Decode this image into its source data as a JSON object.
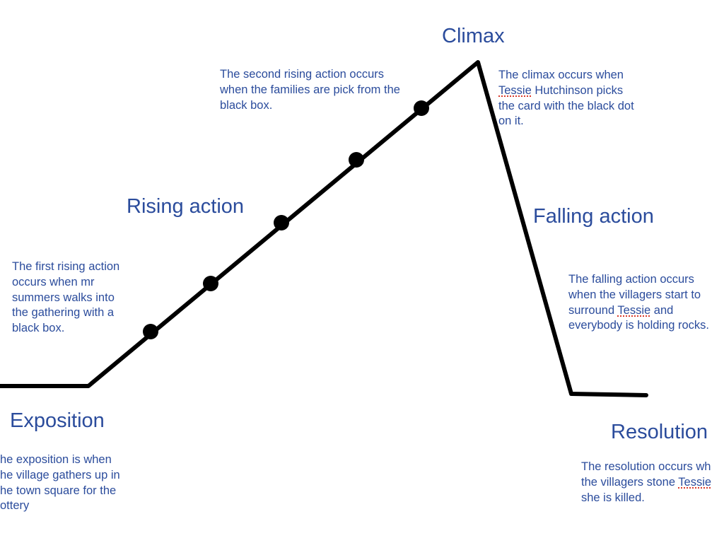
{
  "stages": {
    "climax": {
      "label": "Climax",
      "text": [
        "The climax occurs when",
        "Tessie Hutchinson picks",
        "the card with the black dot",
        "on it."
      ]
    },
    "rising_action": {
      "label": "Rising action",
      "first_text": [
        "The first rising action",
        "occurs when mr",
        "summers walks into",
        "the gathering with a",
        "black box."
      ],
      "second_text": [
        "The second rising action occurs",
        "when the families are pick from the",
        "black box."
      ]
    },
    "falling_action": {
      "label": "Falling action",
      "text": [
        "The falling action occurs",
        "when the villagers start to",
        "surround Tessie and",
        "everybody is holding rocks."
      ]
    },
    "exposition": {
      "label": "Exposition",
      "text": [
        "he exposition is when",
        "he village gathers up in",
        "he town square for the",
        "ottery"
      ]
    },
    "resolution": {
      "label": "Resolution",
      "text": [
        "The resolution occurs wh",
        "the villagers stone Tessie",
        "she is killed."
      ]
    },
    "spellcheck_flag": "Tessie"
  },
  "colors": {
    "text": "#2B4C9C",
    "line": "#000000",
    "spellcheck_underline": "#D93A2B"
  }
}
